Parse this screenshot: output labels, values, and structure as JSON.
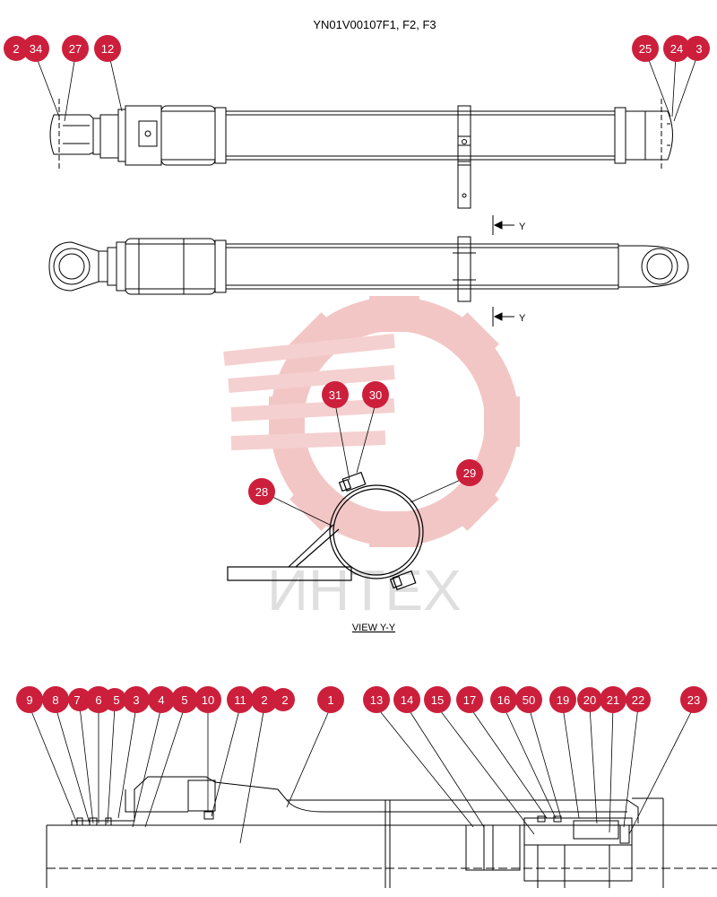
{
  "title": "YN01V00107F1, F2, F3",
  "view_marker": "Y",
  "view_caption": "VIEW  Y-Y",
  "watermark": "ИНТЕХ",
  "colors": {
    "callout": "#cc1f3c",
    "callout_text": "#ffffff",
    "line": "#000000",
    "watermark": "#f2c3c3"
  },
  "callouts_top": [
    "2",
    "34",
    "27",
    "12",
    "25",
    "24",
    "3"
  ],
  "callouts_view": [
    "31",
    "30",
    "28",
    "29"
  ],
  "callouts_section": [
    "9",
    "8",
    "7",
    "6",
    "5",
    "3",
    "4",
    "5",
    "10",
    "11",
    "2",
    "2",
    "1",
    "13",
    "14",
    "15",
    "17",
    "16",
    "50",
    "19",
    "20",
    "21",
    "22",
    "23"
  ]
}
